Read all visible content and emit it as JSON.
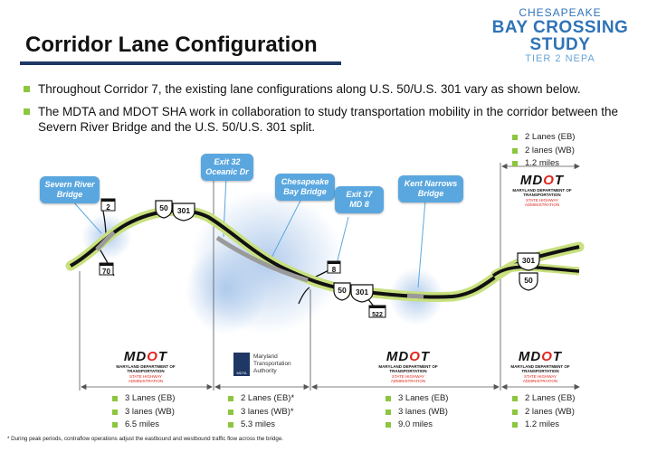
{
  "header": {
    "logo_line1": "CHESAPEAKE",
    "logo_line2": "BAY CROSSING STUDY",
    "logo_line3": "TIER 2 NEPA",
    "title": "Corridor Lane Configuration"
  },
  "bullets": [
    "Throughout Corridor 7, the existing lane configurations along U.S. 50/U.S. 301 vary as shown below.",
    "The MDTA and MDOT SHA work in collaboration to study transportation mobility in the corridor between the Severn River Bridge and the U.S. 50/U.S. 301 split."
  ],
  "callouts": {
    "severn": "Severn River\nBridge",
    "exit32": "Exit 32\nOceanic Dr",
    "chesapeake": "Chesapeake\nBay Bridge",
    "exit37": "Exit 37\nMD 8",
    "kent": "Kent Narrows\nBridge"
  },
  "shields": {
    "md2": "2",
    "md70": "70",
    "md8": "8",
    "md522": "522",
    "us50a": "50",
    "us301a": "301",
    "us50b": "50",
    "us301b": "301",
    "us301c": "301",
    "us50c": "50"
  },
  "segments": {
    "seg1": [
      "3 Lanes (EB)",
      "3 lanes (WB)",
      "6.5 miles"
    ],
    "seg2": [
      "2 Lanes (EB)*",
      "3 lanes (WB)*",
      "5.3 miles"
    ],
    "seg3": [
      "3 Lanes (EB)",
      "3 lanes (WB)",
      "9.0 miles"
    ],
    "seg4": [
      "2 Lanes (EB)",
      "2 lanes (WB)",
      "1.2 miles"
    ],
    "seg_top": [
      "2 Lanes (EB)",
      "2 lanes (WB)",
      "1.2 miles"
    ]
  },
  "agencies": {
    "mdot_word": "MDOT",
    "mdot_line1": "MARYLAND DEPARTMENT OF TRANSPORTATION",
    "mdot_line2": "STATE HIGHWAY ADMINISTRATION",
    "mdta_box": "MDTA",
    "mdta_name": "Maryland\nTransportation\nAuthority"
  },
  "footnote": "* During peak periods, contraflow operations adjust the eastbound and westbound traffic flow across the bridge.",
  "colors": {
    "title_rule": "#1f3764",
    "bullet": "#8cc63f",
    "road_casing": "#c8e07e",
    "road": "#111111",
    "bridge": "#9a9a9a",
    "callout": "#5aa7df",
    "water": "#a9c6ea",
    "logo": "#2f73b8"
  }
}
